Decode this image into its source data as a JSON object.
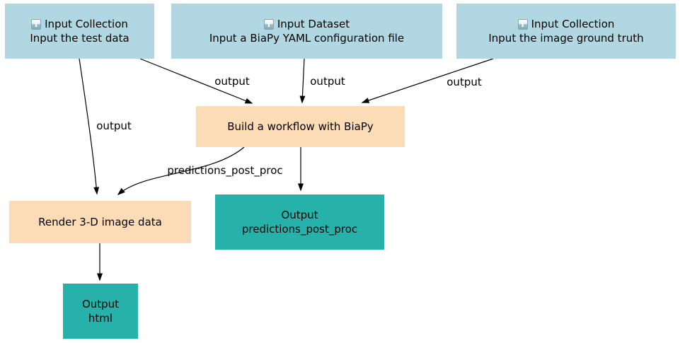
{
  "diagram": {
    "colors": {
      "input_node_fill": "#b1d8e2",
      "tool_node_fill": "#fbdcb6",
      "output_node_fill": "#26b2aa",
      "edge_color": "#000000",
      "text_color": "#000000",
      "background": "#ffffff"
    },
    "icons": {
      "info_glyph": "i"
    },
    "nodes": {
      "input_test": {
        "type": "Input Collection",
        "label": "Input the test data"
      },
      "input_config": {
        "type": "Input Dataset",
        "label": "Input a BiaPy YAML configuration file"
      },
      "input_ground_truth": {
        "type": "Input Collection",
        "label": "Input the image ground truth"
      },
      "build_workflow": {
        "label": "Build a workflow with BiaPy"
      },
      "render_image": {
        "label": "Render 3-D image data"
      },
      "output_predictions": {
        "title": "Output",
        "label": "predictions_post_proc"
      },
      "output_html": {
        "title": "Output",
        "label": "html"
      }
    },
    "edge_labels": {
      "test_to_render": "output",
      "test_to_build": "output",
      "config_to_build": "output",
      "ground_truth_to_build": "output",
      "build_to_render": "predictions_post_proc"
    }
  }
}
